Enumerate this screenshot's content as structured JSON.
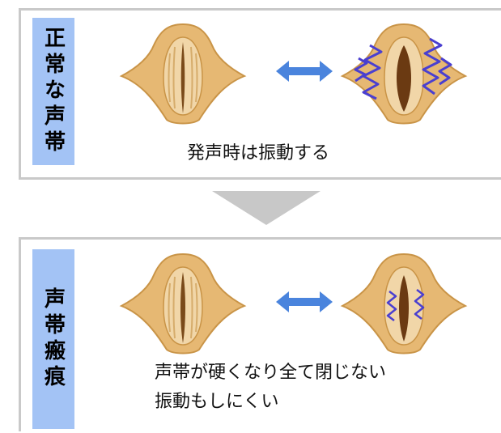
{
  "panel_normal": {
    "label": "正常な声帯",
    "caption": "発声時は振動する",
    "arrow": "double-arrow-icon"
  },
  "panel_scar": {
    "label": "声帯瘢痕",
    "caption_line1": "声帯が硬くなり全て閉じない",
    "caption_line2": "振動もしにくい",
    "arrow": "double-arrow-icon"
  },
  "colors": {
    "label_bg": "#a3c3f5",
    "arrow": "#4a84dd",
    "vibration": "#4a3fd0",
    "larynx": "#e3b46b",
    "chevron": "#c8c8c8"
  }
}
